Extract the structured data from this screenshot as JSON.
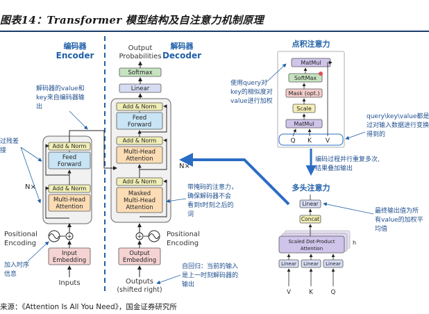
{
  "title": "图表14：Transformer 模型结构及自注意力机制原理",
  "source": "来源：《Attention Is All You Need》，国金证券研究所",
  "encoder": {
    "zh": "编码器",
    "en": "Encoder"
  },
  "decoder": {
    "zh": "解码器",
    "en": "Decoder"
  },
  "output_probabilities": [
    "Output",
    "Probabilities"
  ],
  "softmax": "Softmax",
  "linear": "Linear",
  "add_norm": "Add & Norm",
  "feed_forward": [
    "Feed",
    "Forward"
  ],
  "multi_head_attention": [
    "Multi-Head",
    "Attention"
  ],
  "masked_mha": [
    "Masked",
    "Multi-Head",
    "Attention"
  ],
  "nx": "N×",
  "positional_encoding": [
    "Positional",
    "Encoding"
  ],
  "input_embedding": [
    "Input",
    "Embedding"
  ],
  "output_embedding": [
    "Output",
    "Embedding"
  ],
  "inputs": "Inputs",
  "outputs": [
    "Outputs",
    "(shifted right)"
  ],
  "annotations": {
    "value_from_encoder": [
      "解码器的value和",
      "key来自编码器输",
      "出"
    ],
    "residual": [
      "过残差",
      "接"
    ],
    "add_time": [
      "加入时序",
      "信息"
    ],
    "masked_note": [
      "带掩码的注意力，",
      "确保解码器不会",
      "看到t时刻之后的",
      "词"
    ],
    "autoregressive": [
      "自回归：当前的输入",
      "是上一时刻解码器的",
      "输出"
    ],
    "qkv_weight": [
      "使用query对",
      "key的相似度对",
      "value进行加权"
    ],
    "qkv_from_input": [
      "query\\key\\value都是通",
      "过对输入数据进行变换",
      "得到的"
    ],
    "parallel_repeat": [
      "编码过程并行重复多次,",
      "结果叠加输出"
    ],
    "final_output": [
      "最终输出值为所",
      "有value的加权平",
      "均值"
    ]
  },
  "dot_product": {
    "title": "点积注意力",
    "matmul": "MatMul",
    "softmax": "SoftMax",
    "mask": "Mask (opt.)",
    "scale": "Scale",
    "q": "Q",
    "k": "K",
    "v": "V"
  },
  "multi_head": {
    "title": "多头注意力",
    "linear": "Linear",
    "concat": "Concat",
    "scaled": [
      "Scaled Dot-Product",
      "Attention"
    ],
    "h": "h",
    "v": "V",
    "k": "K",
    "q": "Q"
  },
  "colors": {
    "blue_title": "#1f5fa8",
    "annotation": "#1f4f8f",
    "add_norm": "#f0eeb6",
    "feed_forward": "#c8e4f5",
    "attention": "#fbdcb4",
    "linear": "#d6dcf3",
    "softmax": "#c6e3c0",
    "embedding": "#f6d3d3",
    "matmul": "#cfc4ea",
    "mask": "#f4cccc",
    "scale": "#f6eeb8"
  }
}
